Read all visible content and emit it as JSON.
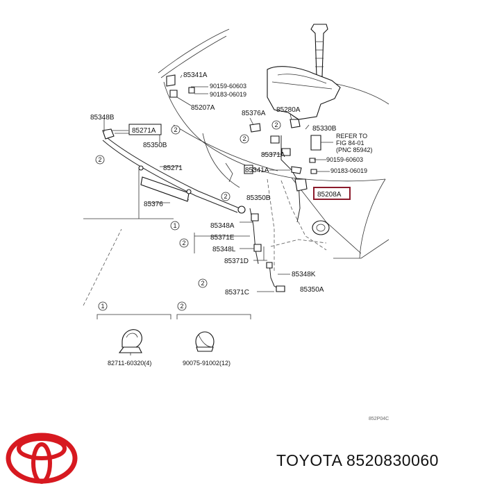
{
  "labels": {
    "p85341A_top": "85341A",
    "p90159_top": "90159-60603",
    "p90183_top": "90183-06019",
    "p85207A": "85207A",
    "p85348B": "85348B",
    "p85271A": "85271A",
    "p85350B_left": "85350B",
    "p85376A": "85376A",
    "p85280A": "85280A",
    "p85330B": "85330B",
    "refer1": "REFER TO",
    "refer2": "FIG 84-01",
    "refer3": "(PNC 85942)",
    "p85371A": "85371A",
    "p90159_mid": "90159-60603",
    "p85341A_mid": "85341A",
    "p90183_mid": "90183-06019",
    "p85271": "85271",
    "p85208A": "85208A",
    "p85376": "85376",
    "p85350B_mid": "85350B",
    "p85348A": "85348A",
    "p85371E": "85371E",
    "p85348L": "85348L",
    "p85371D": "85371D",
    "p85348K": "85348K",
    "p85350A": "85350A",
    "p85371C": "85371C",
    "legend1_part": "82711-60320(4)",
    "legend2_part": "90075-91002(12)",
    "diagram_code": "852P04C"
  },
  "circle_refs": {
    "one": "1",
    "two": "2"
  },
  "highlight_color": "#8b1a2b",
  "brand": {
    "logo": "toyota-logo-icon",
    "logo_color": "#d71920",
    "text": "TOYOTA 8520830060"
  }
}
